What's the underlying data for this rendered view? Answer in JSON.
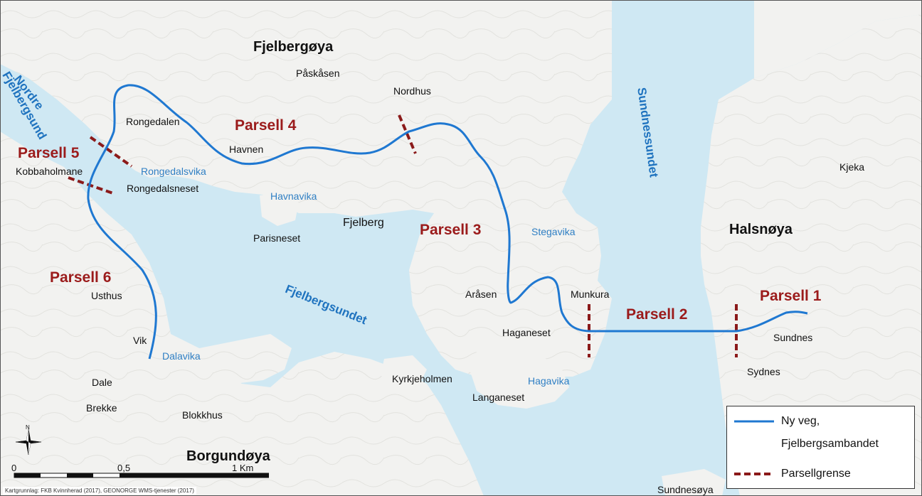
{
  "colors": {
    "water": "#cfe8f3",
    "land": "#f2f2f0",
    "road": "#1f78d1",
    "boundary": "#8b1a1a",
    "strait_text": "#1f73bf"
  },
  "labels": {
    "islands": {
      "fjelbergoya": "Fjelbergøya",
      "borgundoya": "Borgundøya",
      "halsnoya": "Halsnøya"
    },
    "straits": {
      "nordre_1": "Nordre",
      "nordre_2": "Fjelbergsund",
      "sundnessundet": "Sundnessundet",
      "fjelbergsundet": "Fjelbergsundet"
    },
    "parsells": {
      "p1": "Parsell 1",
      "p2": "Parsell 2",
      "p3": "Parsell 3",
      "p4": "Parsell 4",
      "p5": "Parsell 5",
      "p6": "Parsell 6"
    },
    "places": {
      "paskasen": "Påskåsen",
      "nordhus": "Nordhus",
      "rongedalen": "Rongedalen",
      "havnen": "Havnen",
      "kobbaholmane": "Kobbaholmane",
      "rongedalsneset": "Rongedalsneset",
      "fjelberg": "Fjelberg",
      "parisneset": "Parisneset",
      "usthus": "Usthus",
      "vik": "Vik",
      "dale": "Dale",
      "brekke": "Brekke",
      "blokkhus": "Blokkhus",
      "kyrkjeholmen": "Kyrkjeholmen",
      "langaneset": "Langaneset",
      "arasen": "Aråsen",
      "haganeset": "Haganeset",
      "munkura": "Munkura",
      "sundnes": "Sundnes",
      "sydnes": "Sydnes",
      "kjeka": "Kjeka",
      "sundnesoya": "Sundnesøya"
    },
    "bays": {
      "rongedalsvika": "Rongedalsvika",
      "havnavika": "Havnavika",
      "stegavika": "Stegavika",
      "dalavika": "Dalavika",
      "hagavika": "Hagavika"
    }
  },
  "scale": {
    "start": "0",
    "mid": "0,5",
    "end": "1 Km"
  },
  "north_arrow": "N",
  "legend": {
    "road_line1": "Ny veg,",
    "road_line2": "Fjelbergsambandet",
    "boundary": "Parsellgrense"
  },
  "credit": "Kartgrunnlag: FKB Kvinnherad (2017), GEONORGE WMS-tjenester (2017)"
}
